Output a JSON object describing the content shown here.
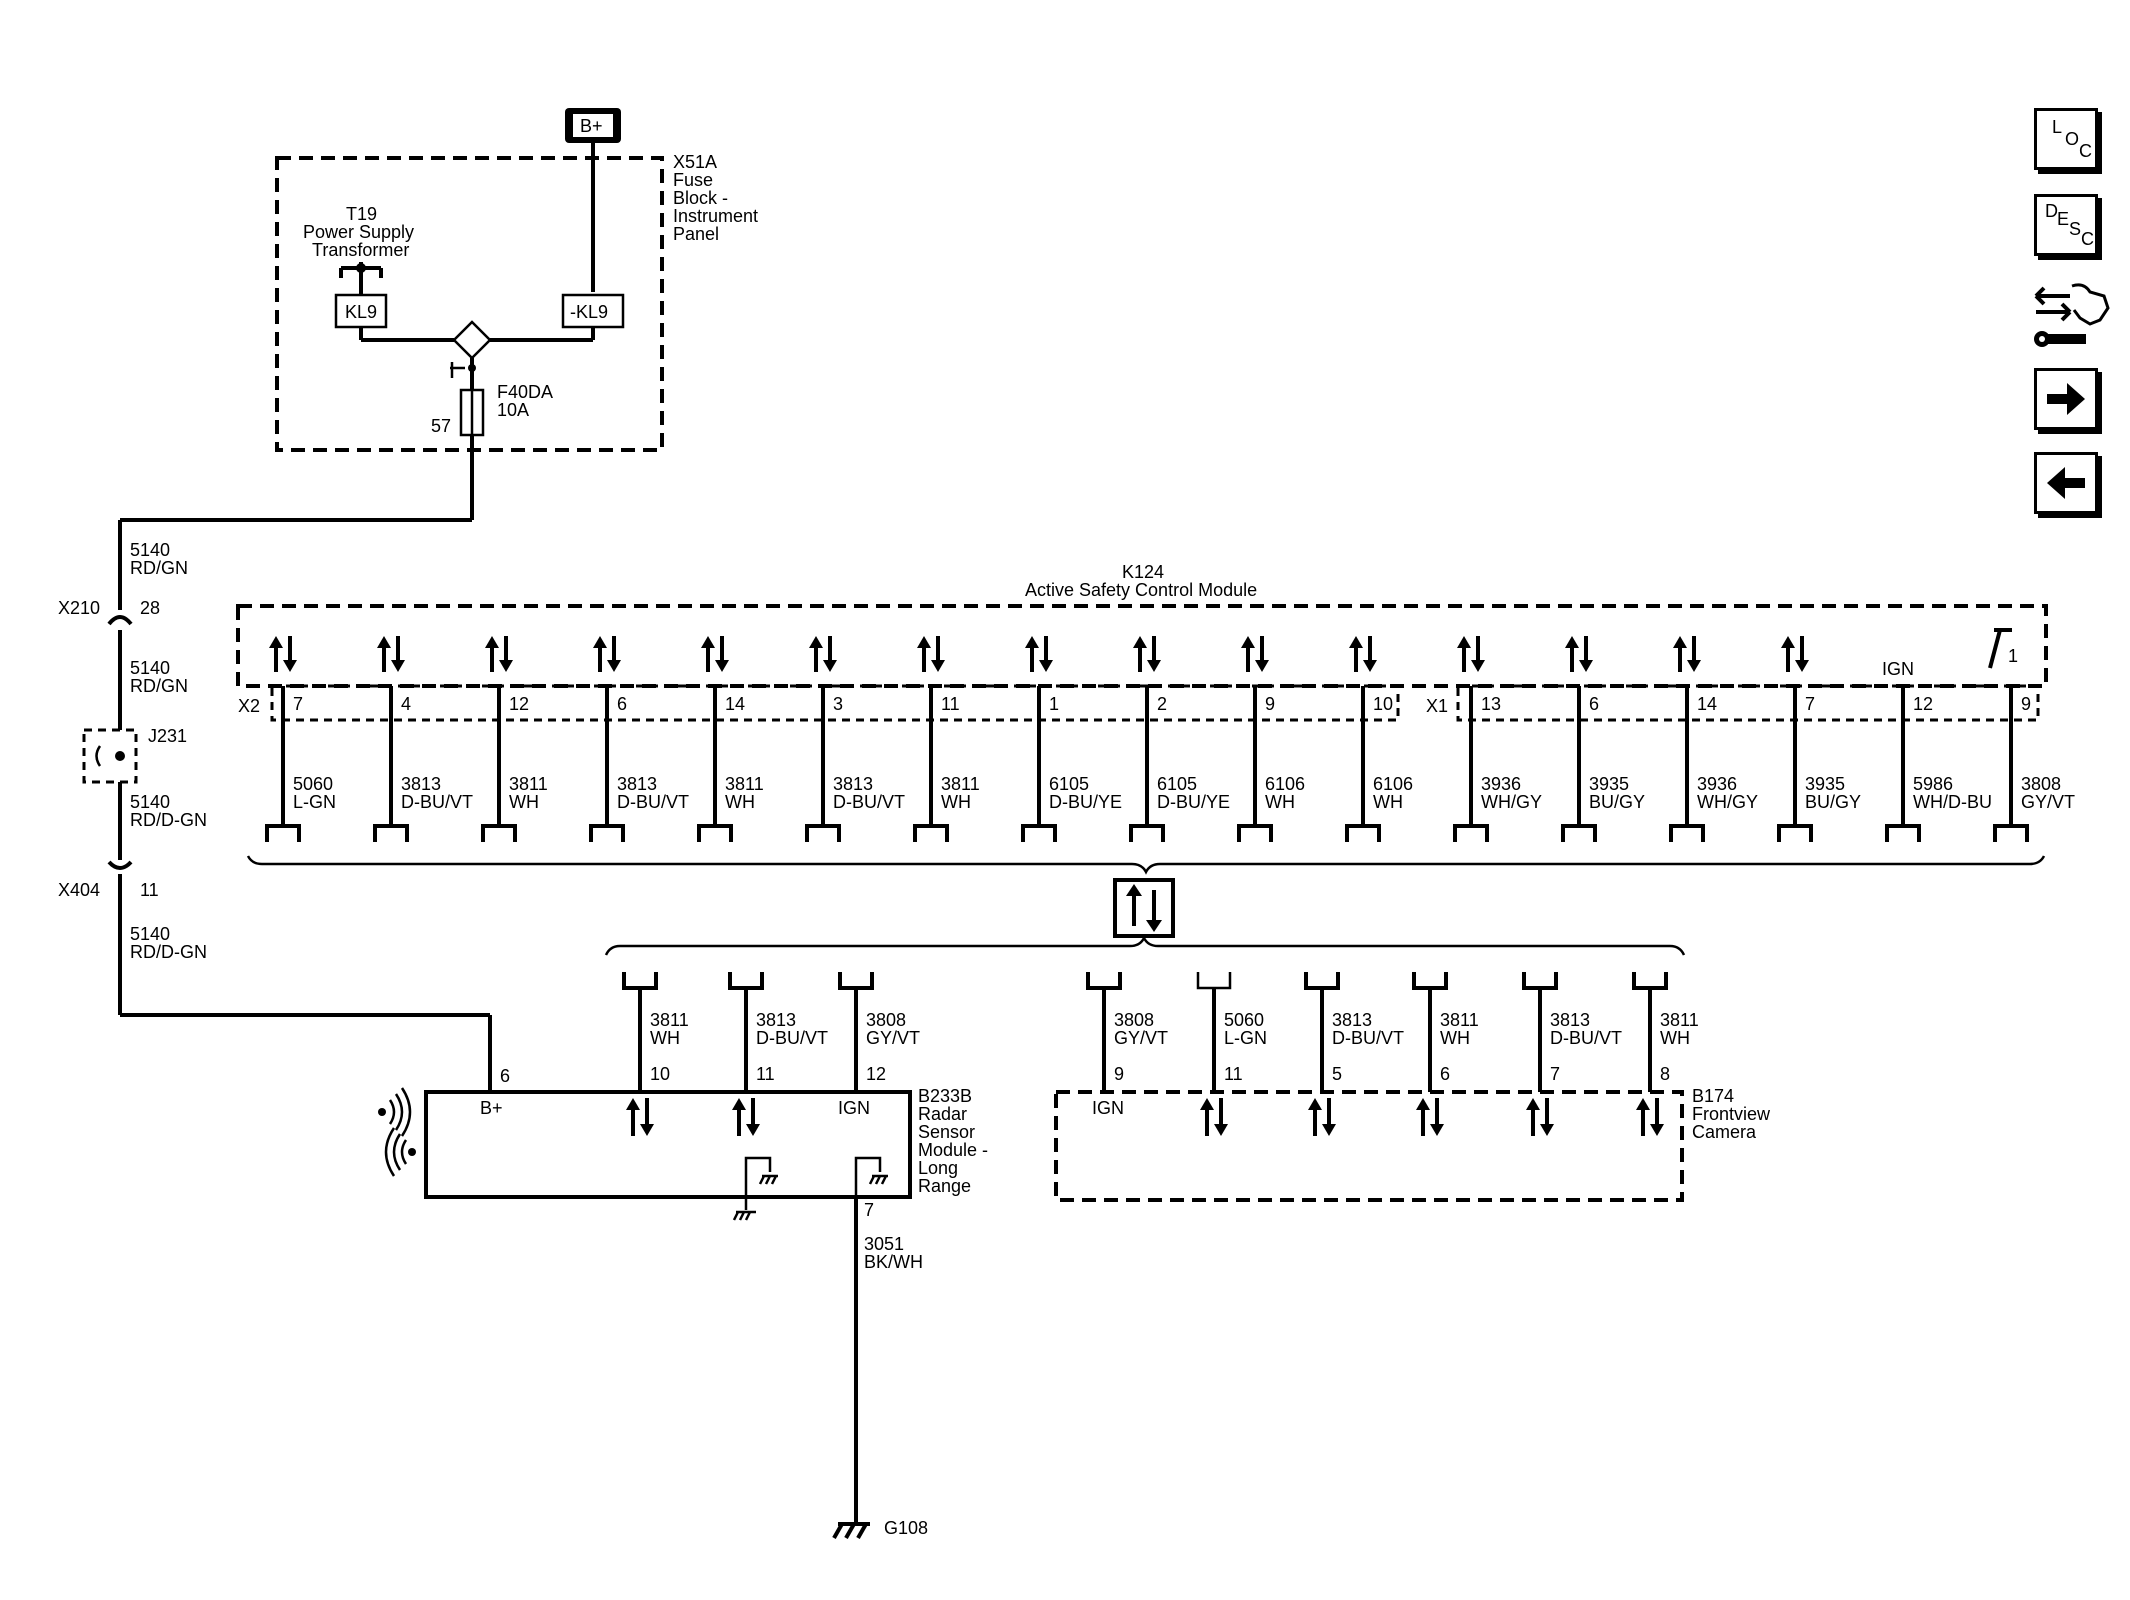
{
  "nav": {
    "loc": [
      "L",
      "O",
      "C"
    ],
    "desc": [
      "D",
      "E",
      "S",
      "C"
    ]
  },
  "power": {
    "battery_label": "B+",
    "fuse_block": [
      "X51A",
      "Fuse",
      "Block -",
      "Instrument",
      "Panel"
    ],
    "transformer": [
      "T19",
      "Power Supply",
      "Transformer"
    ],
    "kl9": "KL9",
    "neg_kl9": "-KL9",
    "fuse": [
      "F40DA",
      "10A"
    ],
    "fuse_pin": "57"
  },
  "feed": {
    "wire1": [
      "5140",
      "RD/GN"
    ],
    "x210": "X210",
    "x210_pin": "28",
    "wire2": [
      "5140",
      "RD/GN"
    ],
    "j231": "J231",
    "wire3": [
      "5140",
      "RD/D-GN"
    ],
    "x404": "X404",
    "x404_pin": "11",
    "wire4": [
      "5140",
      "RD/D-GN"
    ]
  },
  "module": {
    "title": [
      "K124",
      "Active Safety Control Module"
    ],
    "x2": "X2",
    "x1": "X1",
    "ign": "IGN",
    "ign_pin": "1",
    "pins": [
      {
        "pin": "7",
        "circuit": "5060",
        "color": "L-GN"
      },
      {
        "pin": "4",
        "circuit": "3813",
        "color": "D-BU/VT"
      },
      {
        "pin": "12",
        "circuit": "3811",
        "color": "WH"
      },
      {
        "pin": "6",
        "circuit": "3813",
        "color": "D-BU/VT"
      },
      {
        "pin": "14",
        "circuit": "3811",
        "color": "WH"
      },
      {
        "pin": "3",
        "circuit": "3813",
        "color": "D-BU/VT"
      },
      {
        "pin": "11",
        "circuit": "3811",
        "color": "WH"
      },
      {
        "pin": "1",
        "circuit": "6105",
        "color": "D-BU/YE"
      },
      {
        "pin": "2",
        "circuit": "6105",
        "color": "D-BU/YE"
      },
      {
        "pin": "9",
        "circuit": "6106",
        "color": "WH"
      },
      {
        "pin": "10",
        "circuit": "6106",
        "color": "WH"
      },
      {
        "pin": "13",
        "circuit": "3936",
        "color": "WH/GY"
      },
      {
        "pin": "6",
        "circuit": "3935",
        "color": "BU/GY"
      },
      {
        "pin": "14",
        "circuit": "3936",
        "color": "WH/GY"
      },
      {
        "pin": "7",
        "circuit": "3935",
        "color": "BU/GY"
      },
      {
        "pin": "12",
        "circuit": "5986",
        "color": "WH/D-BU"
      },
      {
        "pin": "9",
        "circuit": "3808",
        "color": "GY/VT"
      }
    ]
  },
  "radar": {
    "title": [
      "B233B",
      "Radar",
      "Sensor",
      "Module -",
      "Long",
      "Range"
    ],
    "bplus": "B+",
    "bplus_pin": "6",
    "ign": "IGN",
    "gnd_pin": "7",
    "gnd_wire": [
      "3051",
      "BK/WH"
    ],
    "ground": "G108",
    "pins": [
      {
        "pin": "10",
        "circuit": "3811",
        "color": "WH"
      },
      {
        "pin": "11",
        "circuit": "3813",
        "color": "D-BU/VT"
      },
      {
        "pin": "12",
        "circuit": "3808",
        "color": "GY/VT"
      }
    ]
  },
  "camera": {
    "title": [
      "B174",
      "Frontview",
      "Camera"
    ],
    "ign": "IGN",
    "pins": [
      {
        "pin": "9",
        "circuit": "3808",
        "color": "GY/VT"
      },
      {
        "pin": "11",
        "circuit": "5060",
        "color": "L-GN"
      },
      {
        "pin": "5",
        "circuit": "3813",
        "color": "D-BU/VT"
      },
      {
        "pin": "6",
        "circuit": "3811",
        "color": "WH"
      },
      {
        "pin": "7",
        "circuit": "3813",
        "color": "D-BU/VT"
      },
      {
        "pin": "8",
        "circuit": "3811",
        "color": "WH"
      }
    ]
  }
}
